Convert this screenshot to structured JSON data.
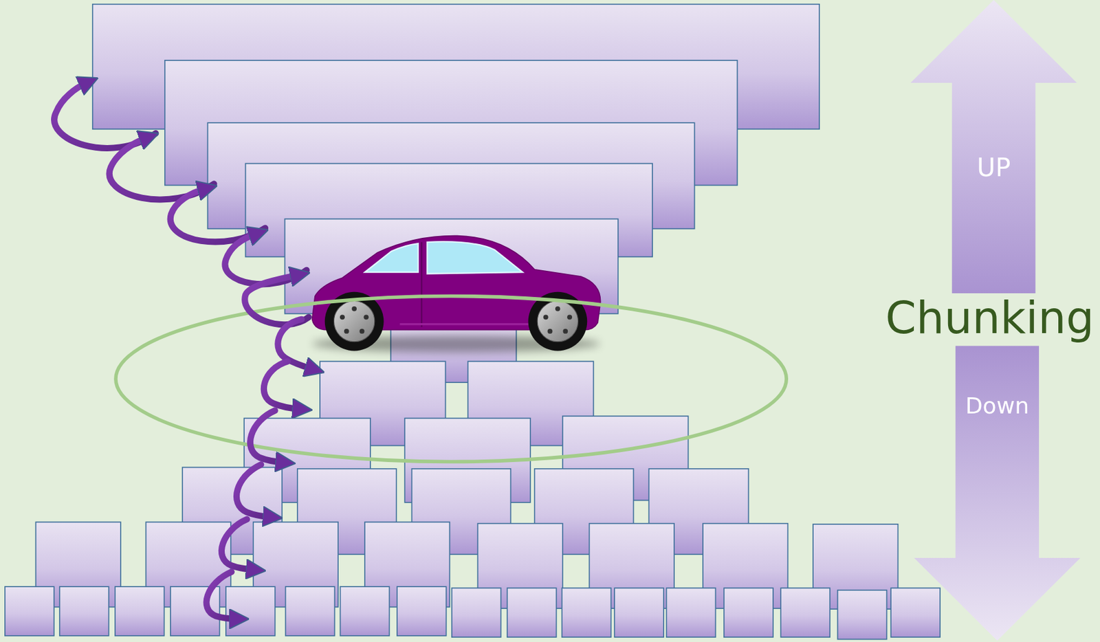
{
  "diagram": {
    "nodes": [
      {
        "text": [
          "UP"
        ]
      },
      {
        "text": [
          "Down"
        ]
      }
    ],
    "labels": [
      "Chunking"
    ]
  }
}
